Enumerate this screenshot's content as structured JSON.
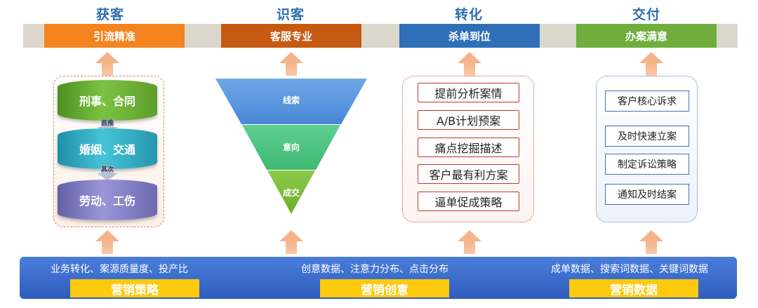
{
  "stages": [
    {
      "title": "获客",
      "bar": "引流精准",
      "color": "#F5831F"
    },
    {
      "title": "识客",
      "bar": "客服专业",
      "color": "#C75A12"
    },
    {
      "title": "转化",
      "bar": "杀单到位",
      "color": "#2F6FB7"
    },
    {
      "title": "交付",
      "bar": "办案满意",
      "color": "#6FAE3C"
    }
  ],
  "acquire": {
    "cylinders": [
      "刑事、合同",
      "婚姻、交通",
      "劳动、工伤"
    ],
    "links": [
      "首推",
      "其次"
    ]
  },
  "funnel": {
    "levels": [
      "线索",
      "意向",
      "成交"
    ]
  },
  "convert": {
    "items": [
      "提前分析案情",
      "A/B计划预案",
      "痛点挖掘描述",
      "客户最有利方案",
      "逼单促成策略"
    ]
  },
  "deliver": {
    "items": [
      "客户核心诉求",
      "及时快速立案",
      "制定诉讼策略",
      "通知及时结案"
    ]
  },
  "bottom": {
    "metrics": [
      "业务转化、案源质量度、投产比",
      "创意数据、注意力分布、点击分布",
      "成单数据、搜索词数据、关键词数据"
    ],
    "labels": [
      "营销策略",
      "营销创意",
      "营销数据"
    ]
  }
}
